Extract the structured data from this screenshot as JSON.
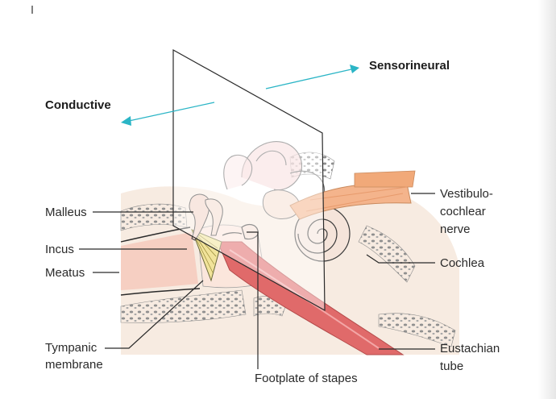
{
  "labels": {
    "sensorineural": "Sensorineural",
    "conductive": "Conductive",
    "malleus": "Malleus",
    "incus": "Incus",
    "meatus": "Meatus",
    "tympanic_line1": "Tympanic",
    "tympanic_line2": "membrane",
    "vestibulo_line1": "Vestibulo-",
    "vestibulo_line2": "cochlear",
    "vestibulo_line3": "nerve",
    "cochlea": "Cochlea",
    "eustachian_line1": "Eustachian",
    "eustachian_line2": "tube",
    "footplate": "Footplate of stapes"
  },
  "colors": {
    "arrow": "#2bb5c6",
    "canal_pink": "#f6cfc2",
    "tube_red": "#e06a6a",
    "nerve_orange": "#f4b48c",
    "drum_yellow": "#f1e39a",
    "bone_cream": "#f7ebe1",
    "line": "#2a2a2a"
  }
}
